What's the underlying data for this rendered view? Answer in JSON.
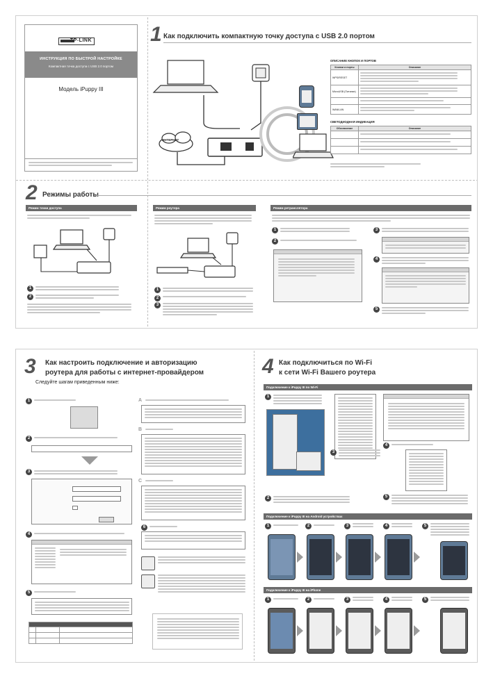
{
  "cover": {
    "logo": "TP-LINK",
    "band_title": "ИНСТРУКЦИЯ ПО БЫСТРОЙ НАСТРОЙКЕ",
    "band_subtitle": "Компактная точка доступа с USB 2.0 портом",
    "model": "Модель iPuppy III"
  },
  "sec1": {
    "num": "1",
    "title": "Как подключить компактную точку доступа с USB 2.0 портом",
    "internet": "ИНТЕРНЕТ"
  },
  "buttons_table": {
    "title": "ОПИСАНИЕ КНОПОК И ПОРТОВ",
    "headers": [
      "Кнопки и порты",
      "Описание"
    ],
    "rows": [
      [
        "WPS/RESET",
        ""
      ],
      [
        "MicroUSB (Питание)",
        ""
      ],
      [
        "",
        ""
      ],
      [
        "WAN/LAN",
        ""
      ]
    ]
  },
  "led_table": {
    "title": "СВЕТОДИОДНАЯ ИНДИКАЦИЯ",
    "headers": [
      "Обозначение",
      "Описание"
    ],
    "rows": [
      [
        "",
        ""
      ],
      [
        "",
        ""
      ],
      [
        "",
        ""
      ]
    ]
  },
  "sec2": {
    "num": "2",
    "title": "Режимы работы",
    "mode1": "Режим точки доступа",
    "mode2": "Режим роутера",
    "mode3": "Режим ретранслятора"
  },
  "sec3": {
    "num": "3",
    "title_line1": "Как настроить подключение и авторизацию",
    "title_line2": "роутера для работы с интернет-провайдером",
    "subtitle": "Следуйте шагам приведенным ниже:"
  },
  "sec4": {
    "num": "4",
    "title_line1": "Как подключиться по Wi-Fi",
    "title_line2": "к сети Wi-Fi Вашего роутера",
    "bar_windows": "Подключение к iPuppy III по Wi-Fi",
    "bar_android": "Подключение к iPuppy III на Android устройствах",
    "bar_iphone": "Подключение к iPuppy III на iPhone"
  },
  "icons": {
    "plug": "power-plug-icon",
    "cloud": "internet-cloud-icon",
    "laptop": "laptop-icon",
    "click": "mouse-cursor-icon"
  }
}
